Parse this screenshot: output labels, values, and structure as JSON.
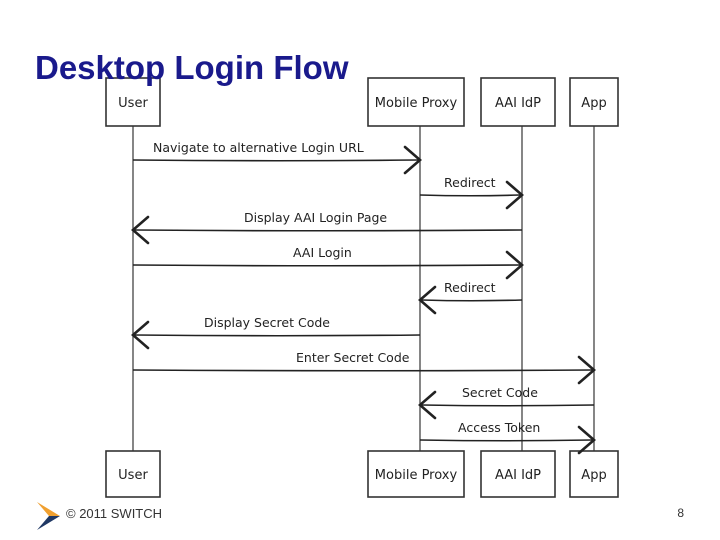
{
  "slide": {
    "title": "Desktop Login Flow",
    "copyright": "© 2011 SWITCH",
    "page_number": "8"
  },
  "diagram": {
    "participants": [
      {
        "id": "user",
        "label": "User"
      },
      {
        "id": "proxy",
        "label": "Mobile Proxy"
      },
      {
        "id": "idp",
        "label": "AAI IdP"
      },
      {
        "id": "app",
        "label": "App"
      }
    ],
    "messages": [
      {
        "from": "user",
        "to": "proxy",
        "label": "Navigate to alternative Login URL"
      },
      {
        "from": "proxy",
        "to": "idp",
        "label": "Redirect"
      },
      {
        "from": "idp",
        "to": "user",
        "label": "Display AAI Login Page"
      },
      {
        "from": "user",
        "to": "idp",
        "label": "AAI Login"
      },
      {
        "from": "idp",
        "to": "proxy",
        "label": "Redirect"
      },
      {
        "from": "proxy",
        "to": "user",
        "label": "Display Secret Code"
      },
      {
        "from": "user",
        "to": "app",
        "label": "Enter Secret Code"
      },
      {
        "from": "app",
        "to": "proxy",
        "label": "Secret Code"
      },
      {
        "from": "proxy",
        "to": "app",
        "label": "Access Token"
      }
    ]
  },
  "colors": {
    "title": "#1a1a8c",
    "logo_orange": "#f0a030",
    "logo_navy": "#1f3864"
  }
}
